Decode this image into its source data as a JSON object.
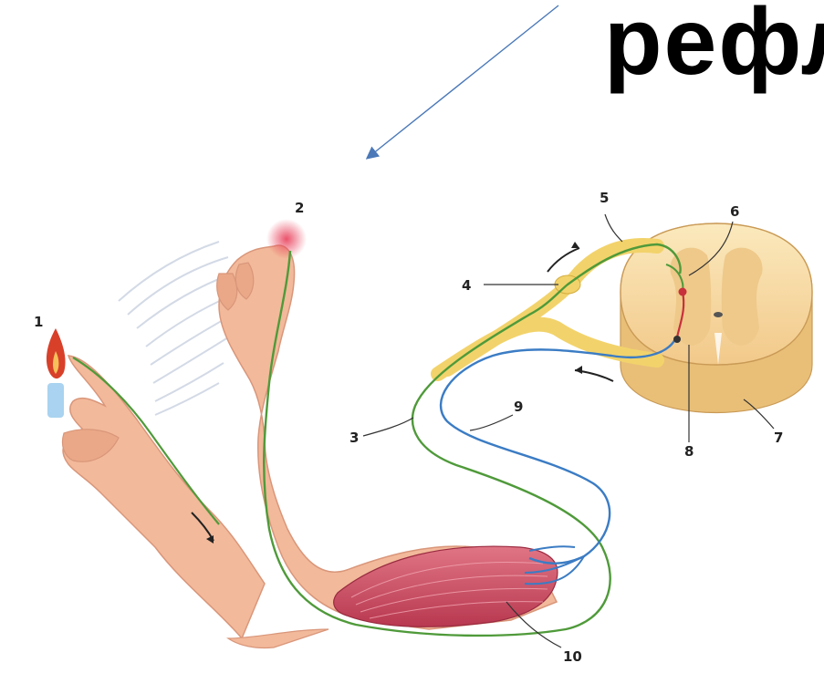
{
  "title": "рефл",
  "labels": [
    {
      "id": "label-1",
      "text": "1"
    },
    {
      "id": "label-2",
      "text": "2"
    },
    {
      "id": "label-3",
      "text": "3"
    },
    {
      "id": "label-4",
      "text": "4"
    },
    {
      "id": "label-5",
      "text": "5"
    },
    {
      "id": "label-6",
      "text": "6"
    },
    {
      "id": "label-7",
      "text": "7"
    },
    {
      "id": "label-8",
      "text": "8"
    },
    {
      "id": "label-9",
      "text": "9"
    },
    {
      "id": "label-10",
      "text": "10"
    }
  ],
  "colors": {
    "skin": "#f2b99a",
    "skin_shade": "#e09a7a",
    "muscle": "#c8485e",
    "sensory_nerve": "#4f9a3a",
    "motor_nerve": "#3b7cc4",
    "nerve_sheath": "#f2d36b",
    "spinal_cord": "#f7dfa3",
    "grey_matter": "#eec98a",
    "pointer_arrow": "#4a78b8",
    "flame": "#d8402a"
  }
}
